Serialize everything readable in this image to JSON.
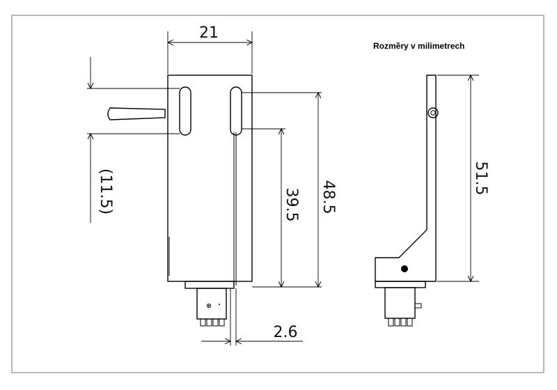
{
  "caption": "Rozměry v milimetrech",
  "dimensions": {
    "width_top": "21",
    "offset_left": "(11.5)",
    "height_inner": "39.5",
    "height_outer": "48.5",
    "slot_offset": "2.6",
    "height_side": "51.5"
  }
}
